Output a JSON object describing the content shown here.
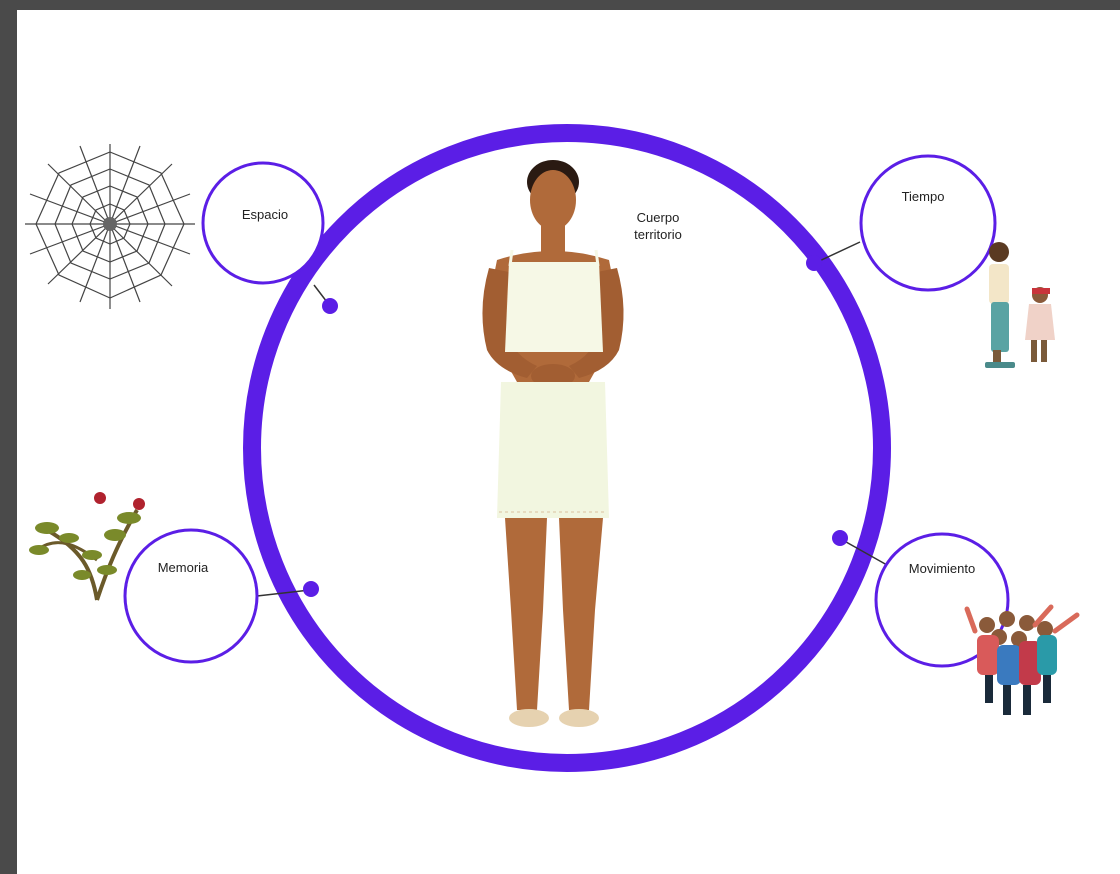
{
  "diagram": {
    "center_label_lines": [
      "Cuerpo",
      "territorio"
    ],
    "nodes": [
      {
        "id": "espacio",
        "label": "Espacio",
        "icon": "spider-web-icon"
      },
      {
        "id": "tiempo",
        "label": "Tiempo",
        "icon": "mother-child-icon"
      },
      {
        "id": "memoria",
        "label": "Memoria",
        "icon": "plant-icon"
      },
      {
        "id": "movimiento",
        "label": "Movimiento",
        "icon": "crowd-icon"
      }
    ],
    "figure_icon": "woman-figure-icon"
  },
  "colors": {
    "accent": "#5b1ee6",
    "background": "#ffffff",
    "frame": "#4a4a4a"
  }
}
